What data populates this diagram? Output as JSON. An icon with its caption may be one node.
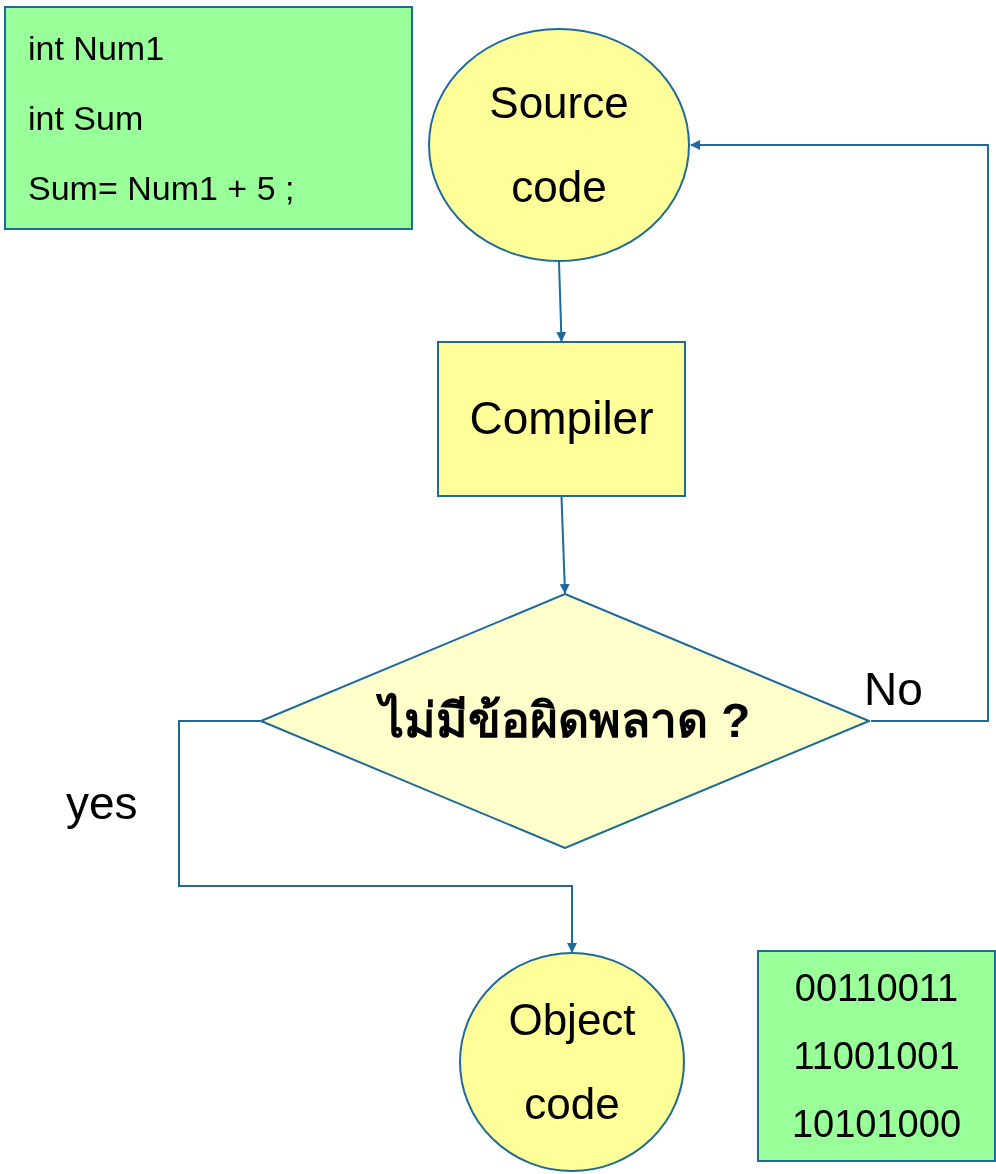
{
  "diagram": {
    "nodes": [
      {
        "text": [
          "int Num1",
          "int Sum",
          "Sum= Num1 + 5 ;"
        ]
      },
      {
        "text": [
          "Source code"
        ]
      },
      {
        "text": [
          "Compiler"
        ]
      },
      {
        "text": [
          "ไม่มีข้อผิดพลาด ?"
        ]
      },
      {
        "text": [
          "Object code"
        ]
      },
      {
        "text": [
          "00110011",
          "11001001",
          "10101000"
        ]
      }
    ],
    "edges": [
      {
        "from": 1,
        "to": 2,
        "arrow": "to"
      },
      {
        "from": 2,
        "to": 3,
        "arrow": "to"
      },
      {
        "from": 3,
        "to": 1,
        "arrow": "to",
        "label": "No"
      },
      {
        "from": 3,
        "to": 4,
        "arrow": "to",
        "label": "yes"
      }
    ]
  }
}
